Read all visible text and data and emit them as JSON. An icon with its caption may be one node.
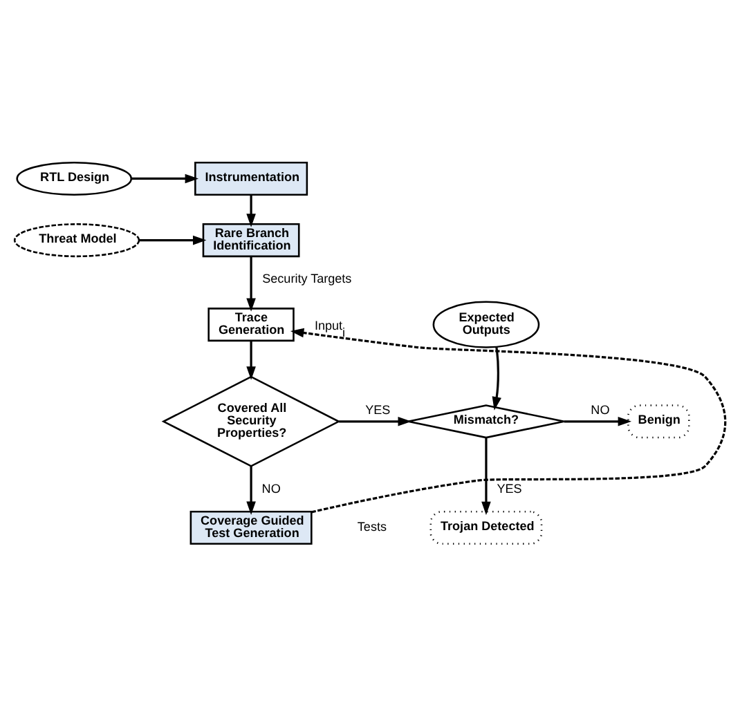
{
  "diagram": {
    "nodes": [
      {
        "text": [
          "RTL Design"
        ]
      },
      {
        "text": [
          "Instrumentation"
        ]
      },
      {
        "text": [
          "Threat Model"
        ]
      },
      {
        "text": [
          "Rare Branch Identification"
        ]
      },
      {
        "text": [
          "Trace Generation"
        ]
      },
      {
        "text": [
          "Covered All Security Properties?"
        ]
      },
      {
        "text": [
          "Coverage Guided Test Generation"
        ]
      },
      {
        "text": [
          "Expected Outputs"
        ]
      },
      {
        "text": [
          "Mismatch?"
        ]
      },
      {
        "text": [
          "Benign"
        ]
      },
      {
        "text": [
          "Trojan Detected"
        ]
      }
    ],
    "edges": [
      {
        "from": 0,
        "to": 1,
        "arrow": "to"
      },
      {
        "from": 1,
        "to": 3,
        "arrow": "to"
      },
      {
        "from": 2,
        "to": 3,
        "arrow": "to"
      },
      {
        "from": 3,
        "to": 4,
        "arrow": "to",
        "label": "Security Targets"
      },
      {
        "from": 4,
        "to": 5,
        "arrow": "to"
      },
      {
        "from": 5,
        "to": 8,
        "arrow": "to",
        "label": "YES"
      },
      {
        "from": 5,
        "to": 6,
        "arrow": "to",
        "label": "NO"
      },
      {
        "from": 6,
        "to": 4,
        "arrow": "to",
        "label": "Input$_{i}$",
        "style": "dashed"
      },
      {
        "from": 7,
        "to": 8,
        "arrow": "to"
      },
      {
        "from": 8,
        "to": 9,
        "arrow": "to",
        "label": "NO"
      },
      {
        "from": 8,
        "to": 10,
        "arrow": "to",
        "label": "YES"
      }
    ],
    "labels": [
      "Tests"
    ]
  }
}
